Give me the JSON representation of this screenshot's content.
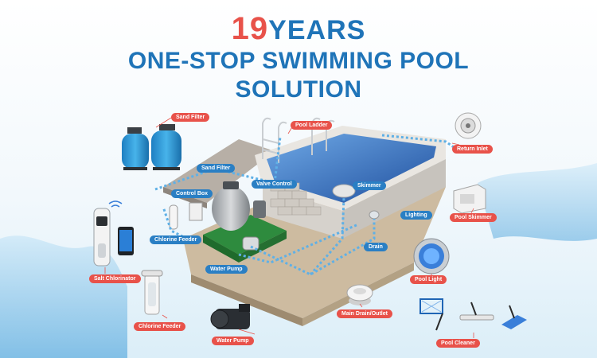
{
  "title": {
    "number": "19",
    "years": "YEARS",
    "line2": "ONE-STOP SWIMMING POOL",
    "line3": "SOLUTION"
  },
  "labels": {
    "sand_filter_product": "Sand Filter",
    "pool_ladder": "Pool Ladder",
    "return_inlet": "Return Inlet",
    "sand_filter": "Sand Filter",
    "control_box": "Control Box",
    "valve_control": "Valve Control",
    "skimmer": "Skimmer",
    "pool_skimmer": "Pool Skimmer",
    "lighting": "Lighting",
    "chlorine_feeder_pool": "Chlorine Feeder",
    "drain": "Drain",
    "water_pump_pool": "Water Pump",
    "salt_chlorinator": "Salt Chlorinator",
    "pool_light": "Pool Light",
    "main_drain_outlet": "Main Drain/Outlet",
    "chlorine_feeder_product": "Chlorine Feeder",
    "water_pump_product": "Water Pump",
    "pool_cleaner": "Pool Cleaner"
  },
  "colors": {
    "title_blue": "#1f74b8",
    "title_red": "#e8524a",
    "tag_red": "#e8524a",
    "tag_blue": "#2a7fc4",
    "water": "#2f6fc4",
    "pipe": "#5fb0e6"
  }
}
